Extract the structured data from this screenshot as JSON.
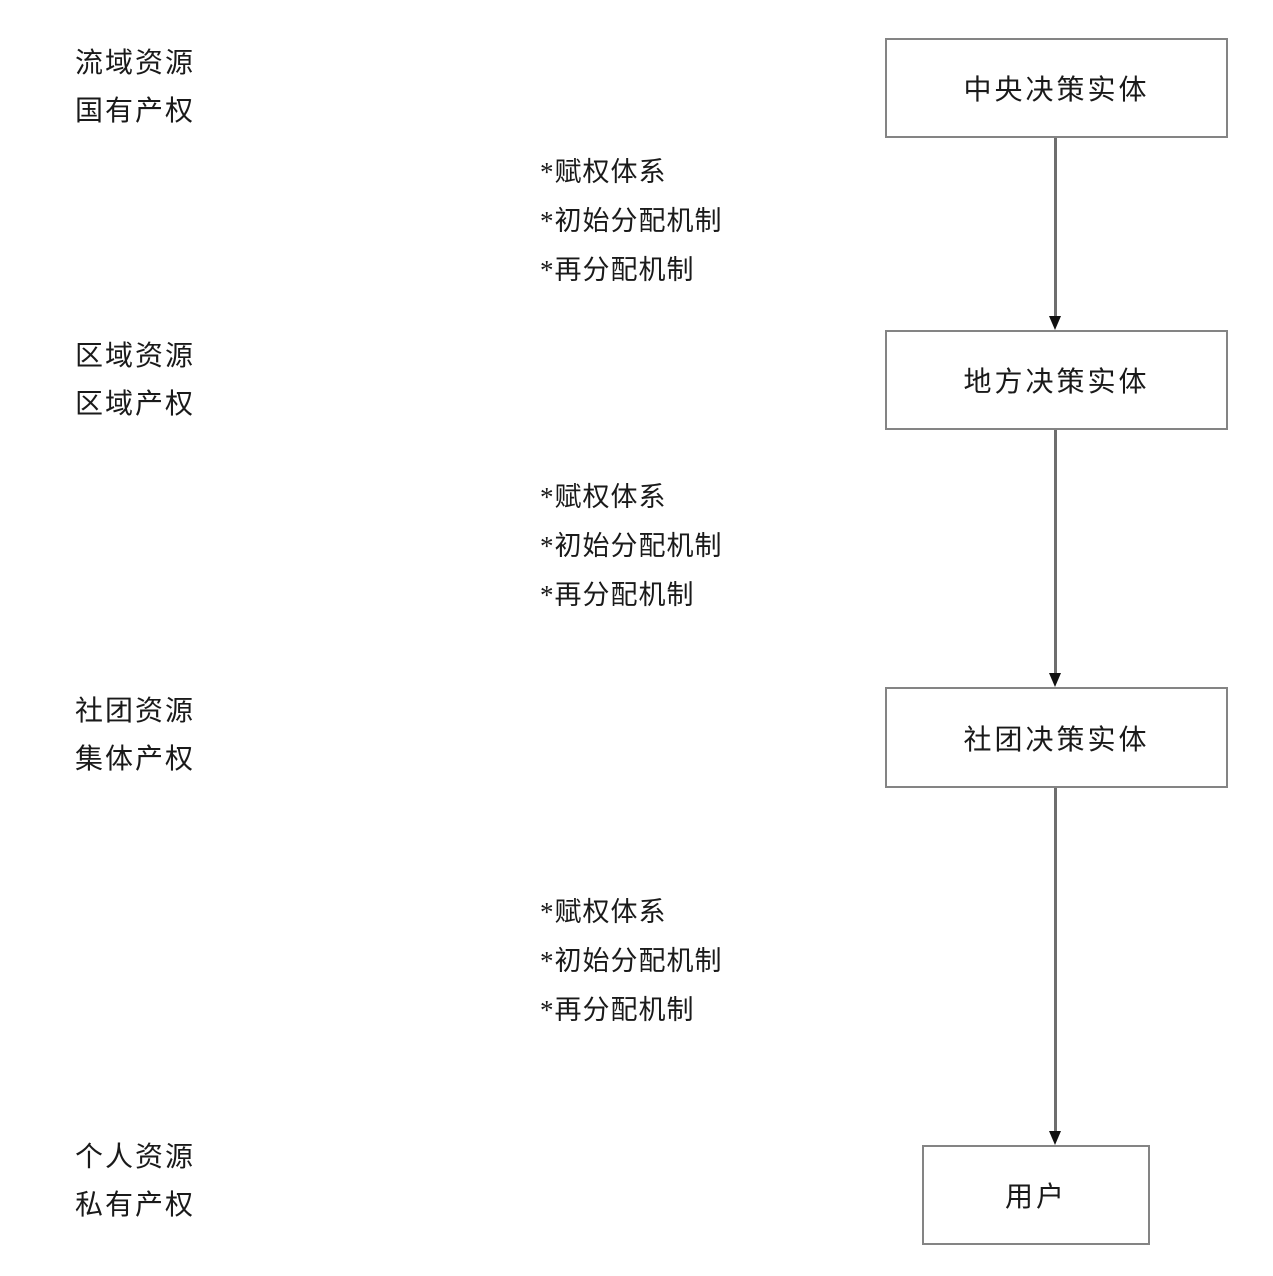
{
  "diagram": {
    "side_labels": [
      {
        "id": "basin",
        "line1": "流域资源",
        "line2": "国有产权"
      },
      {
        "id": "regional",
        "line1": "区域资源",
        "line2": "区域产权"
      },
      {
        "id": "collective",
        "line1": "社团资源",
        "line2": "集体产权"
      },
      {
        "id": "individual",
        "line1": "个人资源",
        "line2": "私有产权"
      }
    ],
    "annotations": [
      {
        "id": "central-to-local",
        "line1": "*赋权体系",
        "line2": "*初始分配机制",
        "line3": "*再分配机制"
      },
      {
        "id": "local-to-collective",
        "line1": "*赋权体系",
        "line2": "*初始分配机制",
        "line3": "*再分配机制"
      },
      {
        "id": "collective-to-user",
        "line1": "*赋权体系",
        "line2": "*初始分配机制",
        "line3": "*再分配机制"
      }
    ],
    "nodes": [
      {
        "id": "central-decision-entity",
        "label": "中央决策实体"
      },
      {
        "id": "local-decision-entity",
        "label": "地方决策实体"
      },
      {
        "id": "collective-decision-entity",
        "label": "社团决策实体"
      },
      {
        "id": "user",
        "label": "用户"
      }
    ],
    "colors": {
      "box_border": "#848484",
      "connector": "#6e6e6e",
      "arrowhead": "#111111",
      "text": "#1a1a1a",
      "background": "#ffffff"
    }
  }
}
